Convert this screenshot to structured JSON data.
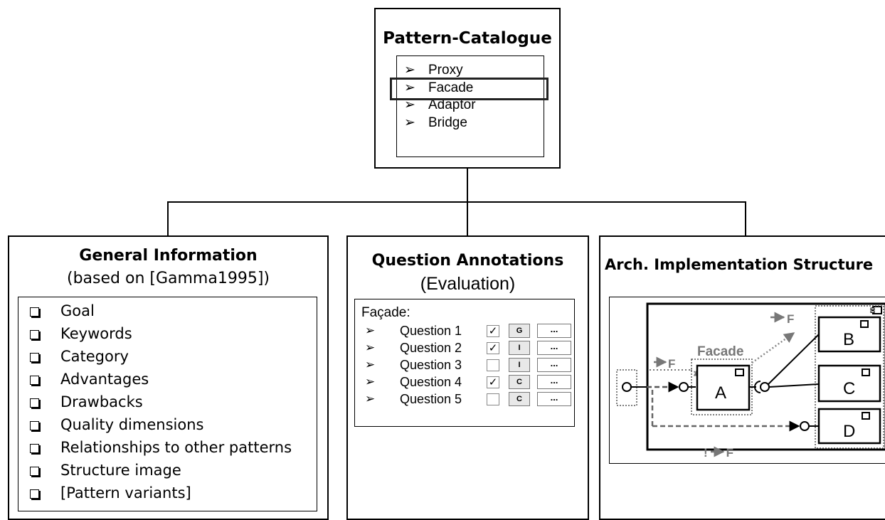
{
  "catalogue": {
    "title": "Pattern-Catalogue",
    "arrow_glyph": "➢",
    "items": [
      "Proxy",
      "Facade",
      "Adaptor",
      "Bridge"
    ]
  },
  "general": {
    "title": "General Information",
    "subtitle": "(based on [Gamma1995])",
    "items": [
      "Goal",
      "Keywords",
      "Category",
      "Advantages",
      "Drawbacks",
      "Quality dimensions",
      "Relationships to other patterns",
      "Structure image",
      "[Pattern variants]"
    ]
  },
  "questions": {
    "title": "Question Annotations",
    "subtitle": "(Evaluation)",
    "header": "Façade:",
    "rows": [
      {
        "label": "Question 1",
        "check": "✓",
        "tag": "G",
        "more": "..."
      },
      {
        "label": "Question 2",
        "check": "✓",
        "tag": "I",
        "more": "..."
      },
      {
        "label": "Question 3",
        "check": "",
        "tag": "I",
        "more": "..."
      },
      {
        "label": "Question 4",
        "check": "✓",
        "tag": "C",
        "more": "..."
      },
      {
        "label": "Question 5",
        "check": "",
        "tag": "C",
        "more": "..."
      }
    ]
  },
  "structure": {
    "title": "Arch. Implementation Structure",
    "facade_label": "Facade",
    "flow_label_1": "F",
    "flow_label_2": "F",
    "flow_label_3": "! F",
    "components": [
      "A",
      "B",
      "C",
      "D"
    ]
  }
}
